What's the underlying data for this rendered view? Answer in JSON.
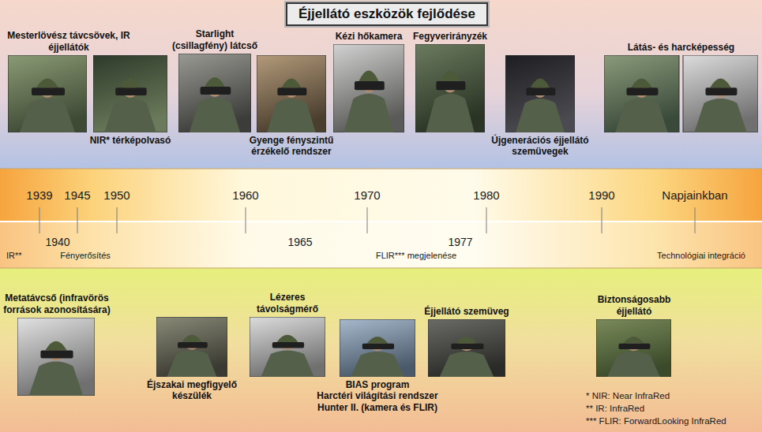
{
  "diagram": {
    "title": "Éjjellátó eszközök fejlődése",
    "nodes": [
      {
        "text": [
          "Mesterlövész távcsövek, IR éjjellátók"
        ]
      },
      {
        "text": [
          "NIR* térképolvasó"
        ]
      },
      {
        "text": [
          "Starlight (csillagfény) látcső"
        ]
      },
      {
        "text": [
          "Gyenge fényszintű érzékelő rendszer"
        ]
      },
      {
        "text": [
          "Kézi hőkamera"
        ]
      },
      {
        "text": [
          "Fegyverirányzék"
        ]
      },
      {
        "text": [
          "Újgenerációs éjjellátó szemüvegek"
        ]
      },
      {
        "text": [
          "Látás- és harcképesség"
        ]
      },
      {
        "text": [
          "Metatávcső (infravörös források azonosítására)"
        ]
      },
      {
        "text": [
          "Éjszakai megfigyelő készülék"
        ]
      },
      {
        "text": [
          "Lézeres távolságmérő"
        ]
      },
      {
        "text": [
          "BIAS program",
          "Harctéri világítási rendszer",
          "Hunter II. (kamera és FLIR)"
        ]
      },
      {
        "text": [
          "Éjjellátó szemüveg"
        ]
      },
      {
        "text": [
          "Biztonságosabb éjjellátó"
        ]
      }
    ],
    "labels": [
      "1939",
      "1945",
      "1950",
      "1960",
      "1970",
      "1980",
      "1990",
      "Napjainkban",
      "1940",
      "1965",
      "1977",
      "IR**",
      "Fényerősítés",
      "FLIR*** megjelenése",
      "Technológiai integráció",
      "* NIR: Near InfraRed",
      "** IR: InfraRed",
      "*** FLIR: ForwardLooking InfraRed"
    ]
  }
}
